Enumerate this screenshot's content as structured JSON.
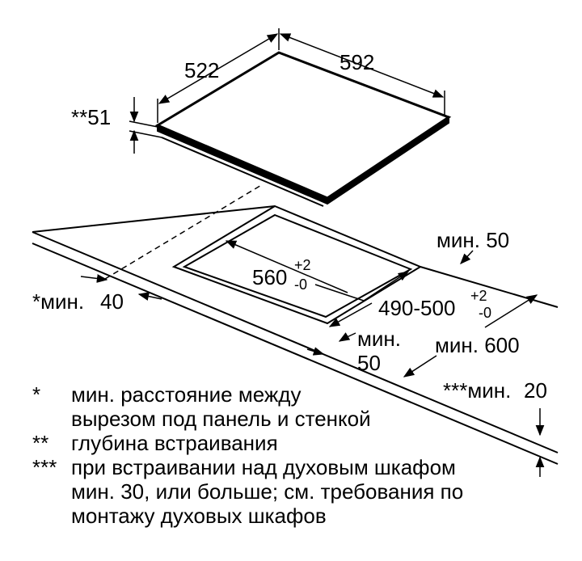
{
  "dimensions": {
    "hob_depth": "522",
    "hob_width": "592",
    "build_in_depth": "**51",
    "cutout_width": "560",
    "cutout_width_tol_plus": "+2",
    "cutout_width_tol_minus": "-0",
    "cutout_depth": "490-500",
    "cutout_depth_tol_plus": "+2",
    "cutout_depth_tol_minus": "-0",
    "min_back": "мин. 50",
    "min_wall_prefix": "*мин.",
    "min_wall_value": "40",
    "min_front_label": "мин.",
    "min_front_value": "50",
    "min_worktop": "мин. 600",
    "min_oven_prefix": "***мин.",
    "min_oven_value": "20"
  },
  "notes": [
    {
      "mark": "*",
      "lines": [
        "мин. расстояние между",
        "вырезом под панель и стенкой"
      ]
    },
    {
      "mark": "**",
      "lines": [
        "глубина встраивания"
      ]
    },
    {
      "mark": "***",
      "lines": [
        "при встраивании над духовым шкафом",
        "мин. 30, или больше; см. требования по",
        "монтажу духовых шкафов"
      ]
    }
  ]
}
